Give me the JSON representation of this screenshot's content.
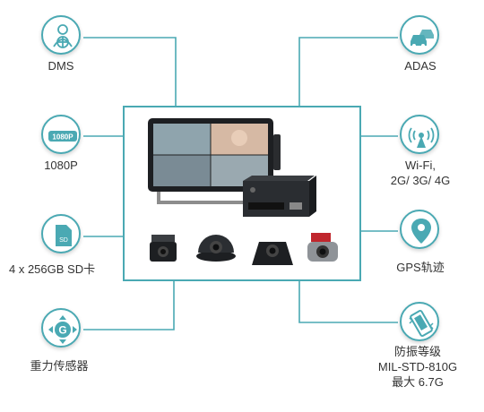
{
  "features": {
    "dms": {
      "label": "DMS",
      "icon": "driver-monitoring-icon"
    },
    "hd": {
      "label": "1080P",
      "badge": "1080P",
      "icon": "1080p-badge-icon"
    },
    "storage": {
      "label": "4 x 256GB SD卡",
      "card_text": "SD",
      "icon": "sd-card-icon"
    },
    "sensor": {
      "label": "重力传感器",
      "glyph": "G",
      "icon": "g-sensor-icon"
    },
    "adas": {
      "label": "ADAS",
      "icon": "car-collision-icon"
    },
    "wireless": {
      "line1": "Wi-Fi,",
      "line2": "2G/ 3G/ 4G",
      "icon": "antenna-signal-icon"
    },
    "gps": {
      "label": "GPS轨迹",
      "icon": "map-pin-icon"
    },
    "vibration": {
      "line1": "防振等级",
      "line2": "MIL-STD-810G",
      "line3": "最大 6.7G",
      "icon": "vibrating-phone-icon"
    }
  },
  "colors": {
    "accent": "#4aa9b3",
    "text": "#333333"
  }
}
